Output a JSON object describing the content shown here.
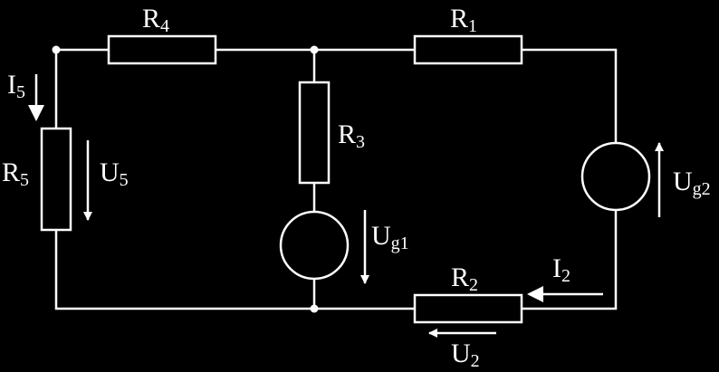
{
  "colors": {
    "background": "#000000",
    "foreground": "#ffffff"
  },
  "labels": {
    "R4": {
      "main": "R",
      "sub": "4"
    },
    "R1": {
      "main": "R",
      "sub": "1"
    },
    "R3": {
      "main": "R",
      "sub": "3"
    },
    "R5": {
      "main": "R",
      "sub": "5"
    },
    "R2": {
      "main": "R",
      "sub": "2"
    },
    "I5": {
      "main": "I",
      "sub": "5"
    },
    "U5": {
      "main": "U",
      "sub": "5"
    },
    "Ug1": {
      "main": "U",
      "sub": "g1"
    },
    "Ug2": {
      "main": "U",
      "sub": "g2"
    },
    "I2": {
      "main": "I",
      "sub": "2"
    },
    "U2": {
      "main": "U",
      "sub": "2"
    }
  }
}
